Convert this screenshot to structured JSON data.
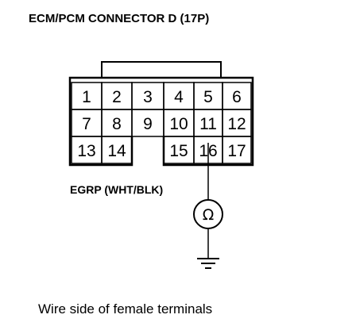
{
  "diagram": {
    "title": "ECM/PCM CONNECTOR D (17P)",
    "pins": [
      "1",
      "2",
      "3",
      "4",
      "5",
      "6",
      "7",
      "8",
      "9",
      "10",
      "11",
      "12",
      "13",
      "14",
      "15",
      "16",
      "17"
    ],
    "probe_label": "EGRP (WHT/BLK)",
    "meter_symbol": "Ω",
    "caption": "Wire side of female terminals"
  }
}
